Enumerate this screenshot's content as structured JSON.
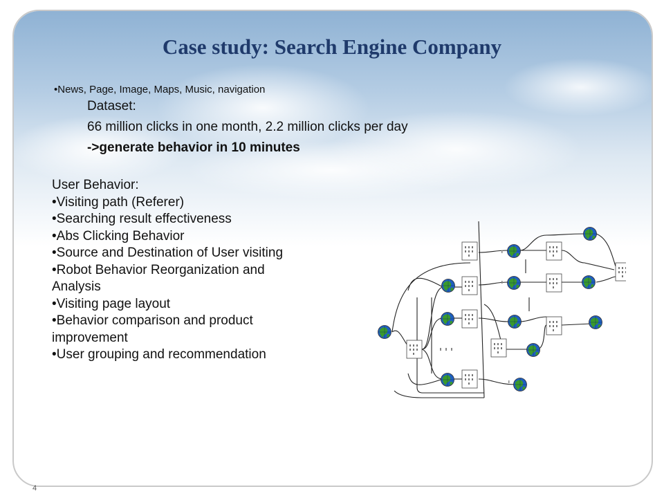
{
  "slide": {
    "title": "Case study: Search Engine Company",
    "top_bullet": "•News, Page, Image, Maps, Music, navigation",
    "dataset": {
      "label": "Dataset:",
      "clicks": "66 million clicks in one month, 2.2 million clicks per day",
      "generate": "->generate behavior in 10 minutes"
    },
    "user_behavior": {
      "heading": "User Behavior:",
      "items": [
        "•Visiting path (Referer)",
        "•Searching result effectiveness",
        "•Abs Clicking Behavior",
        "•Source and Destination of User visiting",
        "•Robot Behavior Reorganization and",
        "Analysis",
        "•Visiting page layout",
        "•Behavior comparison and product",
        "improvement",
        "•User grouping and recommendation"
      ]
    },
    "page_number": "4"
  },
  "colors": {
    "title": "#1f3a6b",
    "globe_blue": "#1f5fbf",
    "globe_green": "#3a9a2c"
  },
  "diagram": {
    "node_icon": "globe-icon",
    "page_icon": "page-box-icon"
  }
}
